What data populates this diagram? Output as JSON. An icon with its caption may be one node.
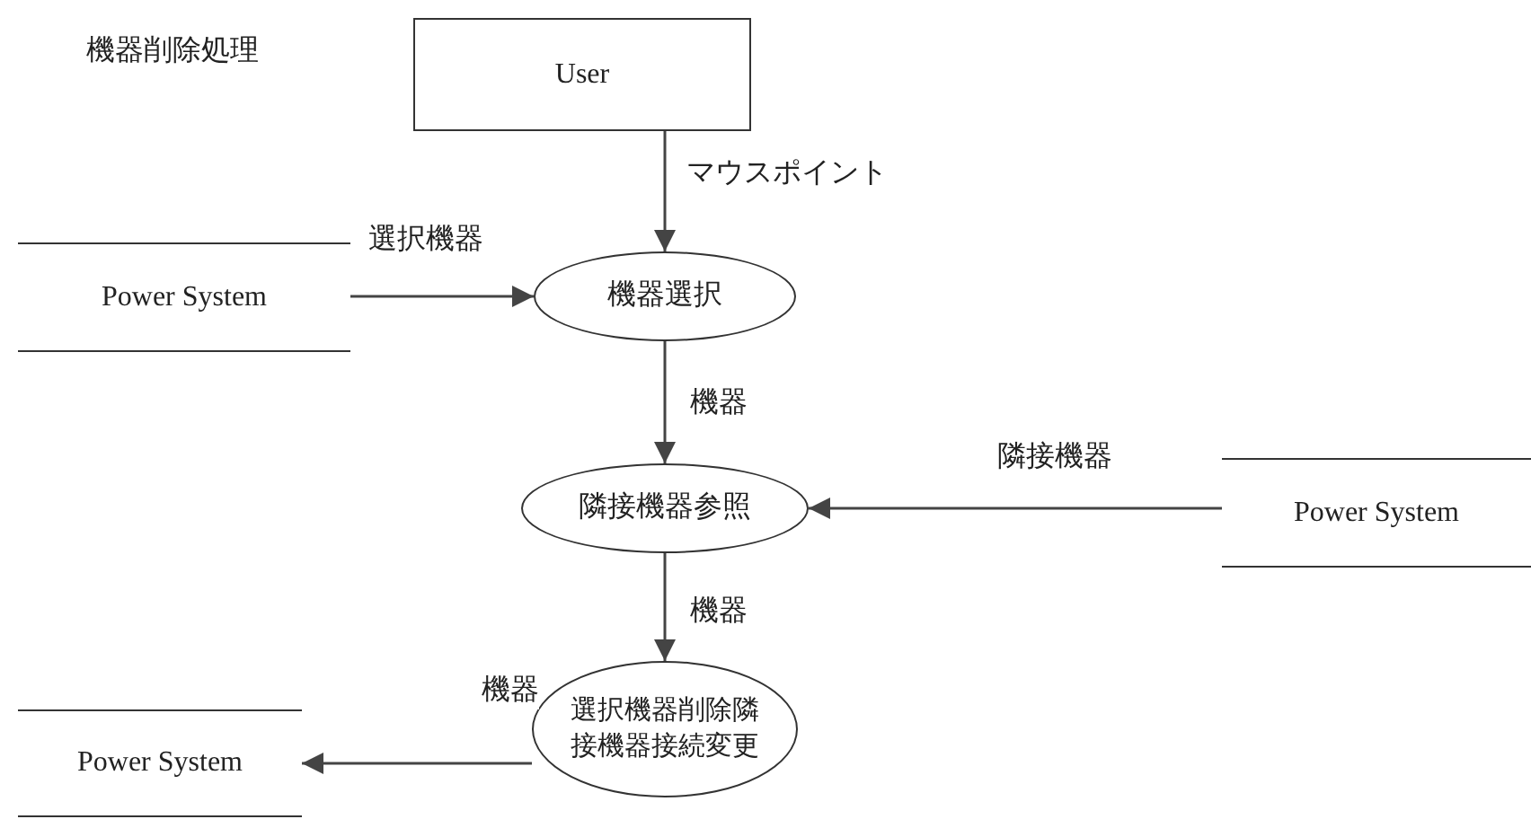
{
  "diagram": {
    "title": "機器削除処理",
    "nodes": [
      {
        "text": [
          "User"
        ]
      },
      {
        "text": [
          "機器選択"
        ]
      },
      {
        "text": [
          "隣接機器参照"
        ]
      },
      {
        "text": [
          "選択機器削除隣接機器接続変更"
        ]
      },
      {
        "text": [
          "Power System"
        ]
      },
      {
        "text": [
          "Power System"
        ]
      },
      {
        "text": [
          "Power System"
        ]
      }
    ],
    "edges": [
      {
        "from": 0,
        "to": 1,
        "arrow": "to",
        "label": "マウスポイント"
      },
      {
        "from": 4,
        "to": 1,
        "arrow": "to",
        "label": "選択機器"
      },
      {
        "from": 1,
        "to": 2,
        "arrow": "to",
        "label": "機器"
      },
      {
        "from": 5,
        "to": 2,
        "arrow": "to",
        "label": "隣接機器"
      },
      {
        "from": 2,
        "to": 3,
        "arrow": "to",
        "label": "機器"
      },
      {
        "from": 3,
        "to": 6,
        "arrow": "to",
        "label": "機器"
      }
    ]
  }
}
